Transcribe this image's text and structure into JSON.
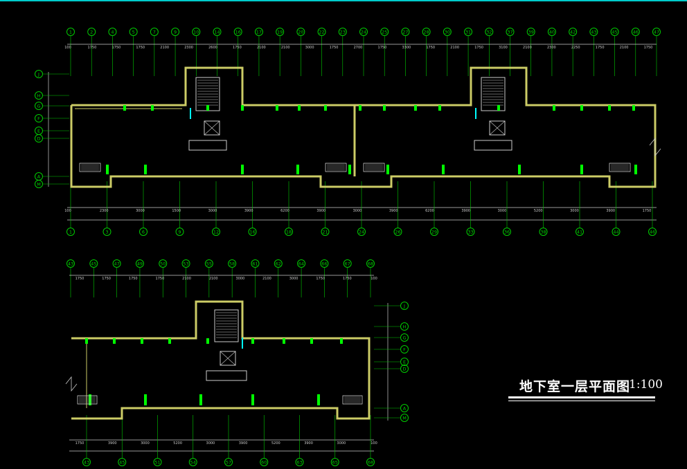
{
  "drawing": {
    "title": "地下室一层平面图",
    "scale": "1:100",
    "colors": {
      "background": "#000000",
      "wall": "#cccc66",
      "grid_line": "#00cc00",
      "column": "#00ff00",
      "dimension": "#cccccc",
      "stair": "#cccccc",
      "accent_cyan": "#00ffff",
      "title": "#ffffff"
    }
  },
  "plan_top": {
    "top_axes": [
      "1",
      "2",
      "4",
      "5",
      "7",
      "9",
      "10",
      "14",
      "16",
      "17",
      "19",
      "20",
      "22",
      "23",
      "24",
      "25",
      "27",
      "28",
      "30",
      "31",
      "32",
      "37",
      "39",
      "40",
      "42",
      "43",
      "45",
      "46",
      "47"
    ],
    "bottom_axes": [
      "1",
      "3",
      "6",
      "9",
      "12",
      "16",
      "18",
      "21",
      "24",
      "26",
      "29",
      "33",
      "36",
      "38",
      "41",
      "44",
      "46"
    ],
    "left_axes": [
      "J",
      "H",
      "G",
      "F",
      "E",
      "D",
      "A",
      "M"
    ],
    "top_dims": [
      "100",
      "1750",
      "1750",
      "1750",
      "2100",
      "2300",
      "2600",
      "1750",
      "2100",
      "2100",
      "3000",
      "1750",
      "2700",
      "1750",
      "3300",
      "1750",
      "2100",
      "1750",
      "3100",
      "2100",
      "2300",
      "2250",
      "1750",
      "2100",
      "1750"
    ],
    "bottom_dims": [
      "100",
      "2300",
      "3000",
      "1500",
      "3000",
      "3900",
      "6200",
      "3900",
      "3000",
      "3900",
      "6200",
      "3900",
      "3000",
      "5200",
      "3000",
      "3900",
      "1750"
    ]
  },
  "plan_bottom": {
    "top_axes": [
      "43",
      "45",
      "47",
      "49",
      "50",
      "53",
      "55",
      "58",
      "61",
      "62",
      "64",
      "66",
      "67",
      "68"
    ],
    "bottom_axes": [
      "43",
      "45",
      "51",
      "54",
      "57",
      "60",
      "63",
      "65",
      "68"
    ],
    "right_axes": [
      "J",
      "H",
      "G",
      "F",
      "E",
      "D",
      "A",
      "M"
    ],
    "top_dims": [
      "1750",
      "1750",
      "1750",
      "1750",
      "2100",
      "2100",
      "3000",
      "2100",
      "3000",
      "1750",
      "1750",
      "100"
    ],
    "bottom_dims": [
      "1750",
      "3900",
      "3000",
      "5200",
      "3000",
      "3900",
      "5200",
      "3900",
      "3000",
      "100"
    ]
  }
}
